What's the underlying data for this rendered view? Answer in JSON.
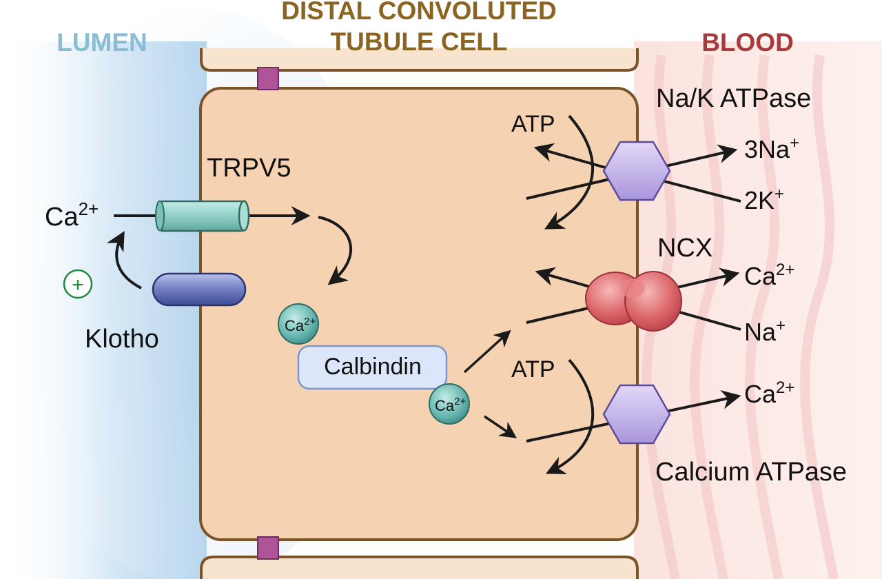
{
  "regions": {
    "lumen": "LUMEN",
    "cell_line1": "DISTAL CONVOLUTED",
    "cell_line2": "TUBULE CELL",
    "blood": "BLOOD"
  },
  "labels": {
    "trpv5": "TRPV5",
    "klotho": "Klotho",
    "plus": "+",
    "calbindin": "Calbindin",
    "atp_top": "ATP",
    "atp_bottom": "ATP",
    "na_k_atpase": "Na/K ATPase",
    "ncx": "NCX",
    "calcium_atpase": "Calcium ATPase"
  },
  "ions": {
    "lumen_ca": {
      "base": "Ca",
      "sup": "2+"
    },
    "calbindin_ca_1": {
      "base": "Ca",
      "sup": "2+"
    },
    "calbindin_ca_2": {
      "base": "Ca",
      "sup": "2+"
    },
    "na_out": {
      "base": "3Na",
      "sup": "+"
    },
    "k_in": {
      "base": "2K",
      "sup": "+"
    },
    "ncx_ca_out": {
      "base": "Ca",
      "sup": "2+"
    },
    "ncx_na_in": {
      "base": "Na",
      "sup": "+"
    },
    "pump_ca_out": {
      "base": "Ca",
      "sup": "2+"
    }
  },
  "colors": {
    "lumen_text": "#8bbcd6",
    "cell_text": "#8a6420",
    "blood_text": "#a83a3c",
    "cell_fill": "#f5d2b1",
    "cell_stroke": "#7a5428",
    "tight_junction": "#b0549a",
    "trpv5": "#8fd0c6",
    "klotho": "#6370b4",
    "pump": "#b8a8e2",
    "ncx": "#d8565e",
    "calbindin_fill": "#dbe6fa",
    "ca_ball": "#57aaa6",
    "plus_green": "#1f8a3e"
  }
}
